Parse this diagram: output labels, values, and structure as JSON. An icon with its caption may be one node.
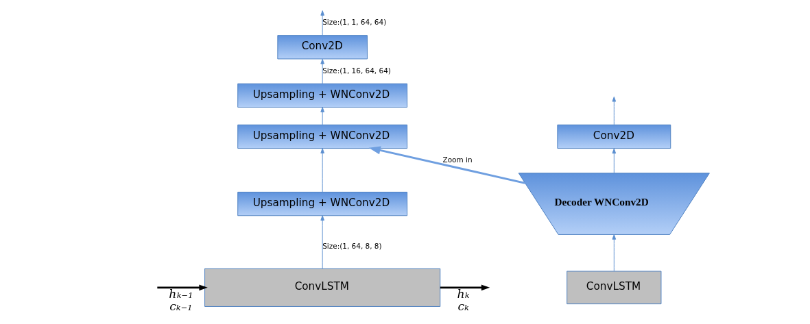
{
  "diagram": {
    "nodes": [
      {
        "text": [
          "Conv2D"
        ]
      },
      {
        "text": [
          "Decoder WNConv2D"
        ]
      },
      {
        "text": [
          "ConvLSTM"
        ]
      },
      {
        "text": [
          "Conv2D"
        ]
      },
      {
        "text": [
          "Upsampling + WNConv2D"
        ]
      },
      {
        "text": [
          "Upsampling + WNConv2D"
        ]
      },
      {
        "text": [
          "Upsampling + WNConv2D"
        ]
      },
      {
        "text": [
          "ConvLSTM"
        ]
      }
    ],
    "edges": [
      {
        "from": 2,
        "to": 1,
        "arrow": "to"
      },
      {
        "from": 1,
        "to": 0,
        "arrow": "to"
      },
      {
        "from": 0,
        "to": null,
        "arrow": "to"
      },
      {
        "from": 1,
        "to": 5,
        "arrow": "to",
        "label": "Zoom in",
        "style": "thick"
      },
      {
        "from": 7,
        "to": 6,
        "arrow": "to",
        "label": "Size:(1, 64, 8, 8)"
      },
      {
        "from": 6,
        "to": 5,
        "arrow": "to"
      },
      {
        "from": 5,
        "to": 4,
        "arrow": "to"
      },
      {
        "from": 4,
        "to": 3,
        "arrow": "to",
        "label": "Size:(1, 16, 64, 64)"
      },
      {
        "from": 3,
        "to": null,
        "arrow": "to",
        "label": "Size:(1, 1, 64, 64)"
      },
      {
        "from": null,
        "to": 7,
        "arrow": "to",
        "label": "h$_{k−1}$ c$_{k−1}$",
        "style": "thick",
        "color": "#000000"
      },
      {
        "from": 7,
        "to": null,
        "arrow": "to",
        "label": "h$_{k}$ c$_{k}$",
        "style": "thick",
        "color": "#000000"
      }
    ]
  }
}
